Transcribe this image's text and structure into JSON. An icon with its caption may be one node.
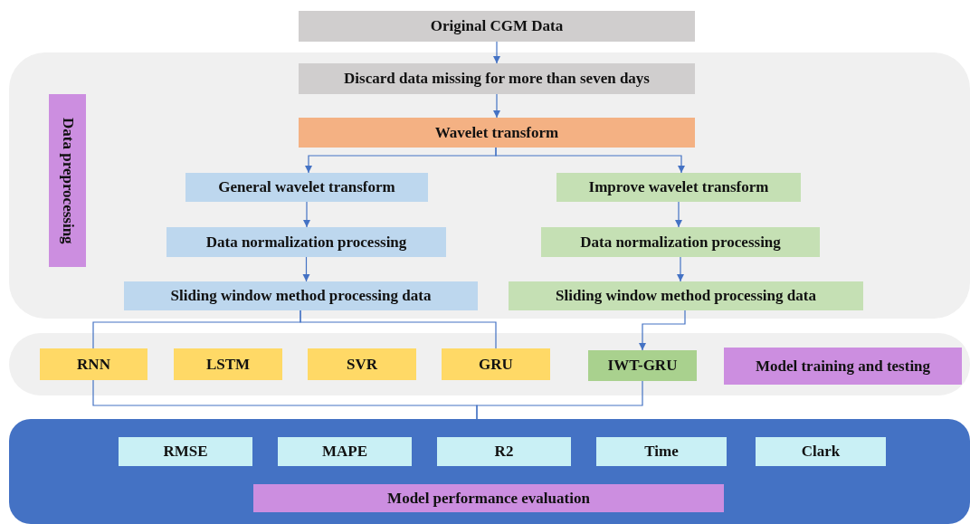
{
  "diagram": {
    "nodes": [
      {
        "text": [
          "Original CGM Data"
        ]
      },
      {
        "text": [],
        "shape": "box"
      },
      {
        "text": [
          "Data preprocessing"
        ],
        "in": 1
      },
      {
        "text": [
          "Discard data missing for more than seven days"
        ],
        "in": 1
      },
      {
        "text": [
          "Wavelet transform"
        ],
        "in": 1
      },
      {
        "text": [
          "General wavelet transform"
        ],
        "in": 1
      },
      {
        "text": [
          "Improve wavelet transform"
        ],
        "in": 1
      },
      {
        "text": [
          "Data normalization processing"
        ],
        "in": 1
      },
      {
        "text": [
          "Data normalization processing"
        ],
        "in": 1
      },
      {
        "text": [
          "Sliding window method processing data"
        ],
        "in": 1
      },
      {
        "text": [
          "Sliding window method processing data"
        ],
        "in": 1
      },
      {
        "text": [],
        "shape": "box"
      },
      {
        "text": [
          "RNN"
        ],
        "in": 11
      },
      {
        "text": [
          "LSTM"
        ],
        "in": 11
      },
      {
        "text": [
          "SVR"
        ],
        "in": 11
      },
      {
        "text": [
          "GRU"
        ],
        "in": 11
      },
      {
        "text": [
          "IWT-GRU"
        ],
        "in": 11
      },
      {
        "text": [
          "Model training and testing"
        ],
        "in": 11
      },
      {
        "text": [],
        "shape": "box"
      },
      {
        "text": [
          "RMSE"
        ],
        "in": 18
      },
      {
        "text": [
          "MAPE"
        ],
        "in": 18
      },
      {
        "text": [
          "R2"
        ],
        "in": 18
      },
      {
        "text": [
          "Time"
        ],
        "in": 18
      },
      {
        "text": [
          "Clark"
        ],
        "in": 18
      },
      {
        "text": [
          "Model performance evaluation"
        ],
        "in": 18
      }
    ],
    "edges": [
      {
        "from": 0,
        "to": 3,
        "arrow": "to"
      },
      {
        "from": 3,
        "to": 4,
        "arrow": "to"
      },
      {
        "from": 4,
        "to": 5,
        "arrow": "to"
      },
      {
        "from": 4,
        "to": 6,
        "arrow": "to"
      },
      {
        "from": 5,
        "to": 7,
        "arrow": "to"
      },
      {
        "from": 7,
        "to": 9,
        "arrow": "to"
      },
      {
        "from": 6,
        "to": 8,
        "arrow": "to"
      },
      {
        "from": 8,
        "to": 10,
        "arrow": "to"
      },
      {
        "from": 10,
        "to": 16,
        "arrow": "to"
      },
      {
        "from": 9,
        "to": 12,
        "arrow": "none"
      },
      {
        "from": 9,
        "to": 15,
        "arrow": "none"
      },
      {
        "from": 12,
        "to": 18,
        "arrow": "none"
      },
      {
        "from": 16,
        "to": 18,
        "arrow": "none"
      }
    ]
  }
}
